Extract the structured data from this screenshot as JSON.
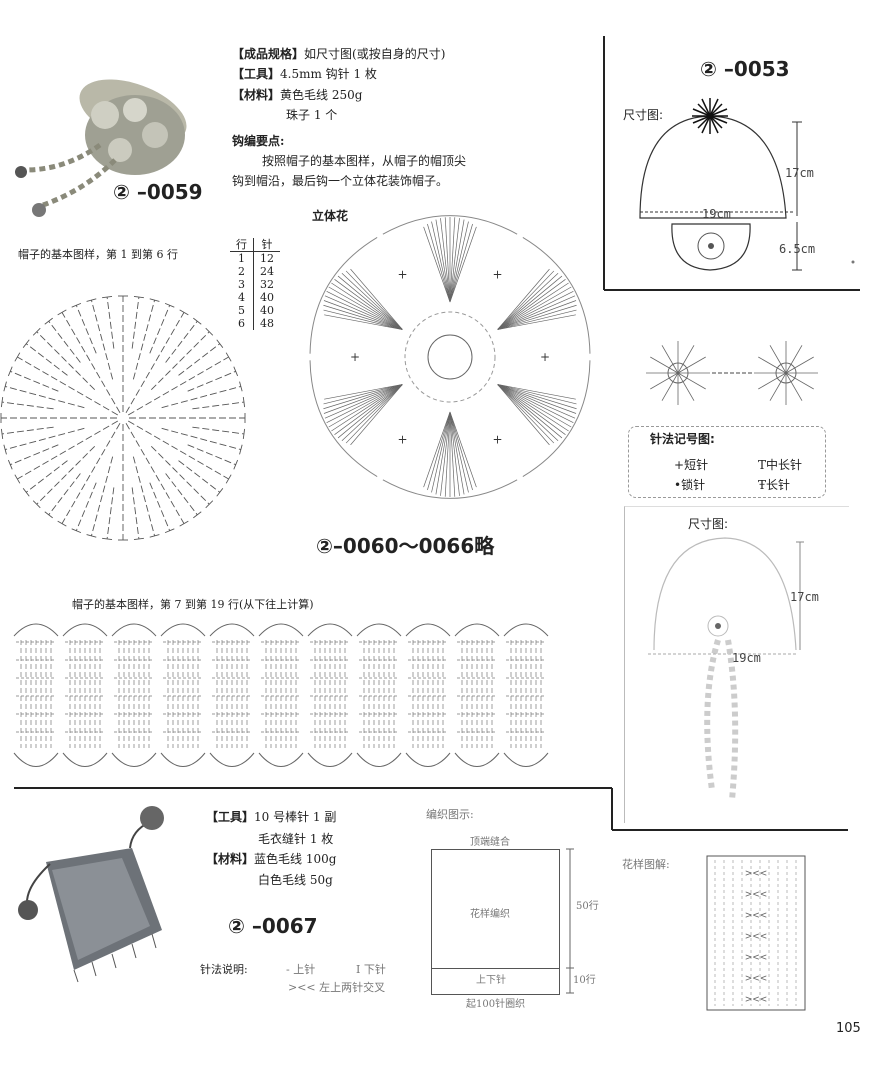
{
  "p59": {
    "code": "② –0059",
    "spec_label": "【成品规格】",
    "spec_value": "如尺寸图(或按自身的尺寸)",
    "tool_label": "【工具】",
    "tool_value": "4.5mm 钩针 1 枚",
    "material_label": "【材料】",
    "material_1": "黄色毛线 250g",
    "material_2": "珠子 1 个",
    "key_title": "钩编要点:",
    "key_1": "按照帽子的基本图样，从帽子的帽顶尖",
    "key_2": "钩到帽沿，最后钩一个立体花装饰帽子。",
    "basic_caption": "帽子的基本图样，第 1 到第 6 行",
    "flower_title": "立体花",
    "basic2_caption": "帽子的基本图样，第 7 到第 19 行(从下往上计算)"
  },
  "row_table": {
    "headers": [
      "行",
      "针"
    ],
    "rows": [
      [
        "1",
        "12"
      ],
      [
        "2",
        "24"
      ],
      [
        "3",
        "32"
      ],
      [
        "4",
        "40"
      ],
      [
        "5",
        "40"
      ],
      [
        "6",
        "48"
      ]
    ]
  },
  "p60": {
    "code": "②–0060～0066略"
  },
  "p53": {
    "code": "② –0053",
    "size_label": "尺寸图:",
    "h": "17cm",
    "w": "19cm",
    "flap": "6.5cm"
  },
  "legend": {
    "title": "针法记号图:",
    "short": "短针",
    "chain": "锁针",
    "half": "中长针",
    "long": "长针"
  },
  "p2": {
    "size_label": "尺寸图:",
    "h": "17cm",
    "w": "19cm"
  },
  "p67": {
    "code": "② –0067",
    "tool_label": "【工具】",
    "tool_1": "10 号棒针 1 副",
    "tool_2": "毛衣缝针 1 枚",
    "material_label": "【材料】",
    "material_1": "蓝色毛线 100g",
    "material_2": "白色毛线 50g",
    "stitch_label": "针法说明:",
    "stitch_1": "上针",
    "stitch_2": "下针",
    "stitch_3": "左上两针交叉",
    "diagram_label": "编织图示:",
    "top": "顶端缝合",
    "pattern": "花样编织",
    "rows50": "50行",
    "rib": "上下针",
    "rows10": "10行",
    "cast": "起100针圈织",
    "pattern_label": "花样图解:"
  },
  "page_number": "105"
}
